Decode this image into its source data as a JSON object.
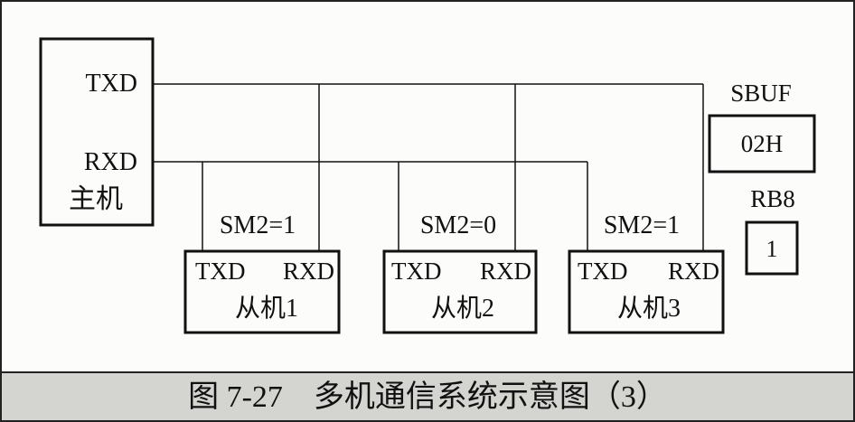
{
  "host": {
    "txd": "TXD",
    "rxd": "RXD",
    "name": "主机"
  },
  "slaves": [
    {
      "sm2": "SM2=1",
      "txd": "TXD",
      "rxd": "RXD",
      "name": "从机1"
    },
    {
      "sm2": "SM2=0",
      "txd": "TXD",
      "rxd": "RXD",
      "name": "从机2"
    },
    {
      "sm2": "SM2=1",
      "txd": "TXD",
      "rxd": "RXD",
      "name": "从机3"
    }
  ],
  "sbuf": {
    "label": "SBUF",
    "value": "02H"
  },
  "rb8": {
    "label": "RB8",
    "value": "1"
  },
  "caption": "图 7-27　多机通信系统示意图（3）"
}
